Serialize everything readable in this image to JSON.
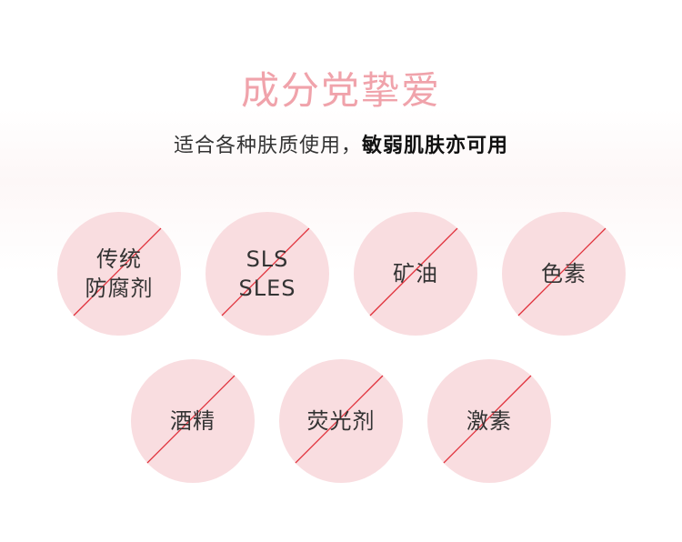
{
  "header": {
    "title": "成分党挚爱",
    "subtitle_regular": "适合各种肤质使用，",
    "subtitle_emphasis": "敏弱肌肤亦可用"
  },
  "colors": {
    "title": "#f0a3ab",
    "badge_fill": "#f9dde0",
    "slash": "#e0303a",
    "text": "#333333"
  },
  "badge_icon": "crossed-out-circle",
  "free_from": [
    {
      "label": "传统\n防腐剂"
    },
    {
      "label": "SLS\nSLES"
    },
    {
      "label": "矿油"
    },
    {
      "label": "色素"
    },
    {
      "label": "酒精"
    },
    {
      "label": "荧光剂"
    },
    {
      "label": "激素"
    }
  ]
}
